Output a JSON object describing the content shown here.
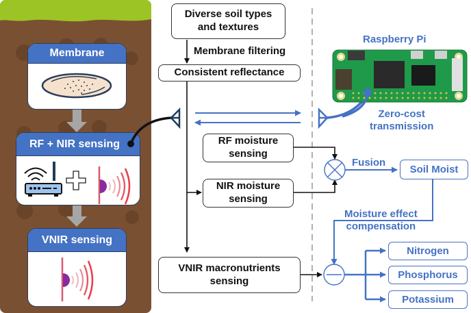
{
  "soil_panel": {
    "membrane_card": {
      "title": "Membrane",
      "icon": "membrane-filter-icon"
    },
    "rf_nir_card": {
      "title": "RF + NIR sensing",
      "icons": [
        "wifi-router-icon",
        "plus-icon",
        "nir-emitter-icon"
      ]
    },
    "vnir_card": {
      "title": "VNIR sensing",
      "icon": "nir-emitter-icon"
    }
  },
  "flow": {
    "soil_types": "Diverse soil types and textures",
    "soil_types_line1": "Diverse soil types",
    "soil_types_line2": "and textures",
    "membrane_filtering": "Membrane  filtering",
    "consistent_reflectance": "Consistent reflectance",
    "rf_moisture_line1": "RF moisture",
    "rf_moisture_line2": "sensing",
    "nir_moisture_line1": "NIR moisture",
    "nir_moisture_line2": "sensing",
    "vnir_macro_line1": "VNIR macronutrients",
    "vnir_macro_line2": "sensing"
  },
  "edge": {
    "device_label": "Raspberry Pi",
    "transmission_line1": "Zero-cost",
    "transmission_line2": "transmission",
    "fusion_label": "Fusion",
    "soil_moist": "Soil Moist",
    "compensation_line1": "Moisture effect",
    "compensation_line2": "compensation",
    "outputs": [
      "Nitrogen",
      "Phosphorus",
      "Potassium"
    ]
  },
  "colors": {
    "accent_blue": "#4472c4",
    "soil_brown": "#7a5033",
    "grass_green": "#9cc424",
    "card_header": "#4472c4"
  }
}
